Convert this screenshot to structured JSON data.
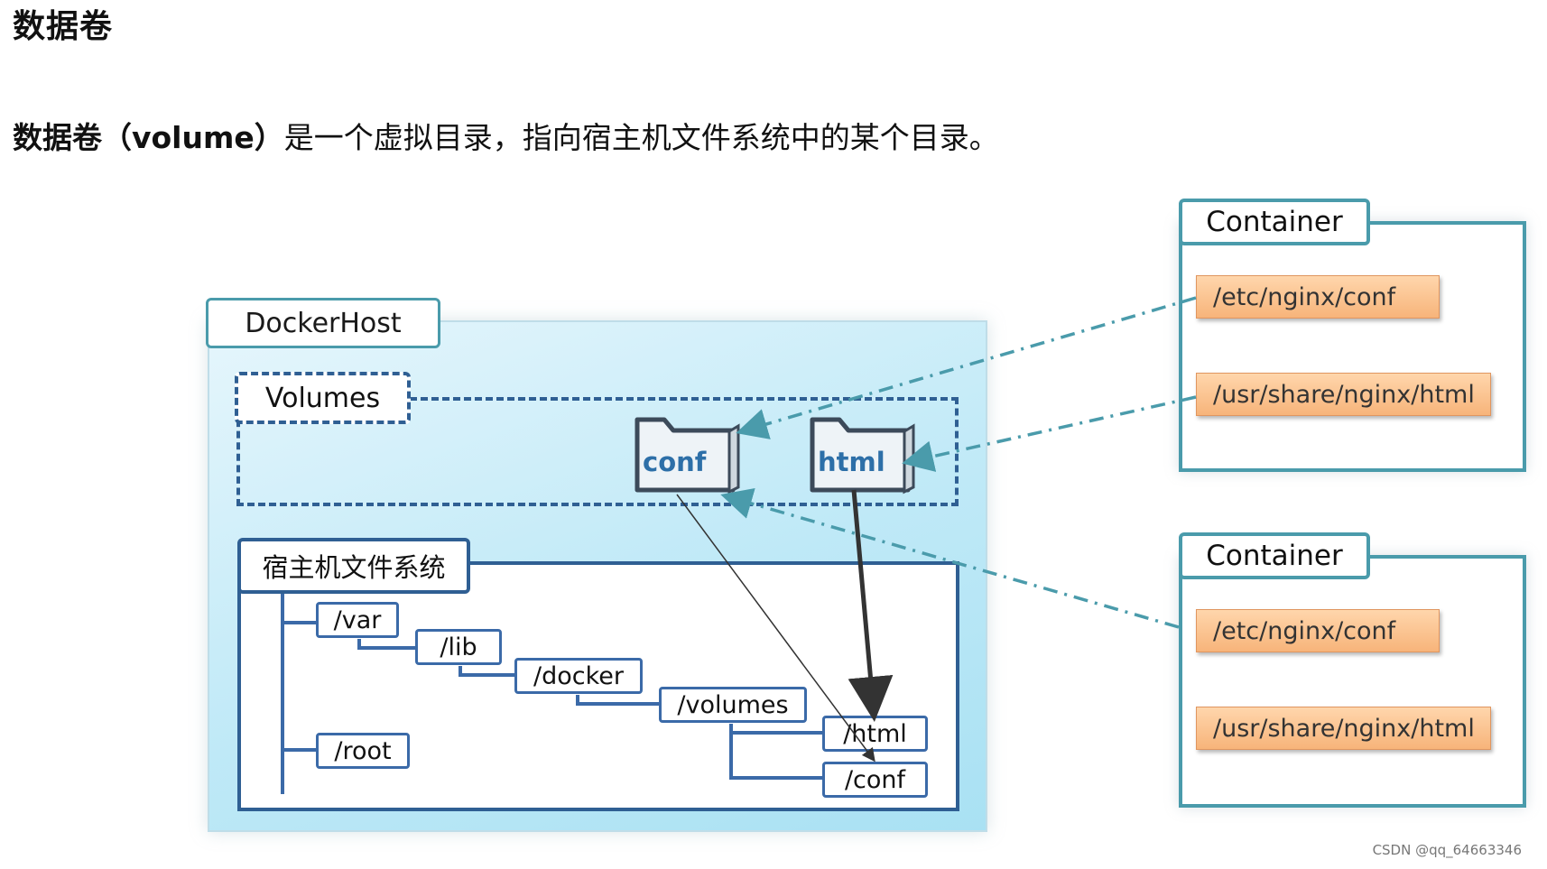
{
  "page": {
    "heading": "数据卷",
    "intro_bold": "数据卷（volume）",
    "intro_rest": "是一个虚拟目录，指向宿主机文件系统中的某个目录。",
    "watermark": "CSDN @qq_64663346"
  },
  "diagram": {
    "docker_host": {
      "label": "DockerHost",
      "volumes": {
        "label": "Volumes",
        "folders": [
          "conf",
          "html"
        ]
      },
      "host_fs": {
        "label": "宿主机文件系统",
        "dirs": {
          "var": "/var",
          "lib": "/lib",
          "docker": "/docker",
          "volumes": "/volumes",
          "html": "/html",
          "conf": "/conf",
          "root": "/root"
        }
      }
    },
    "containers": [
      {
        "label": "Container",
        "paths": [
          "/etc/nginx/conf",
          "/usr/share/nginx/html"
        ]
      },
      {
        "label": "Container",
        "paths": [
          "/etc/nginx/conf",
          "/usr/share/nginx/html"
        ]
      }
    ],
    "colors": {
      "teal_border": "#4a9bab",
      "navy_border": "#2f5f93",
      "path_chip": "#f7b47a",
      "panel_fill": "#bfe9f7"
    }
  }
}
